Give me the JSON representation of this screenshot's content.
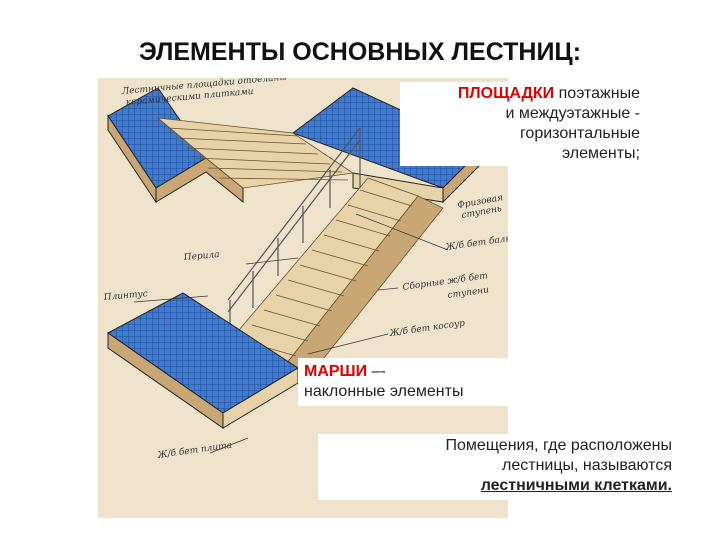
{
  "title": "ЭЛЕМЕНТЫ ОСНОВНЫХ ЛЕСТНИЦ:",
  "platforms": {
    "term": "ПЛОЩАДКИ",
    "line1_rest": " поэтажные",
    "line2": "и междуэтажные -",
    "line3": "горизонтальные",
    "line4": "элементы;"
  },
  "flights": {
    "term": "МАРШИ",
    "term_suffix": " –-",
    "line2": "наклонные элементы"
  },
  "rooms": {
    "line1": "Помещения, где расположены",
    "line2": "лестницы, называются",
    "term": "лестничными клетками."
  },
  "drawing_labels": {
    "top_note_1": "Лестничные площадки отделаны",
    "top_note_2": "керамическими плитками",
    "frieze_step_1": "Фризовая",
    "frieze_step_2": "ступень",
    "beam": "Ж/б бет балки",
    "railing": "Перила",
    "precast_steps_1": "Сборные ж/б бет",
    "precast_steps_2": "ступени",
    "skirting": "Плинтус",
    "stringer": "Ж/б бет косоур",
    "slab": "Ж/б бет плита"
  },
  "colors": {
    "tile": "#3f7bd0",
    "tile_grid": "#1c3f86",
    "concrete": "#e8d2a8",
    "concrete_dark": "#c9a774",
    "highlight": "#e00000",
    "drawing_bg": "#f0e3cc"
  }
}
